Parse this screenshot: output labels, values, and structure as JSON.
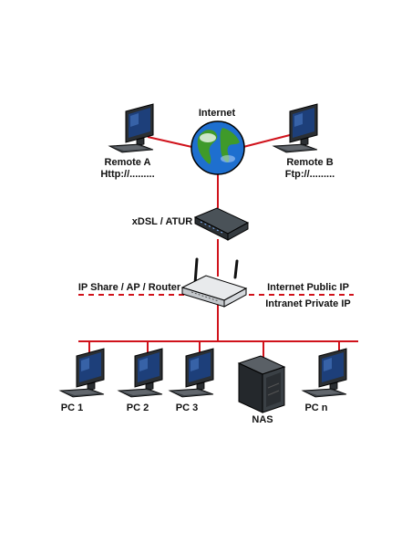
{
  "labels": {
    "internet": "Internet",
    "remote_a_name": "Remote A",
    "remote_a_proto": "Http://.........",
    "remote_b_name": "Remote B",
    "remote_b_proto": "Ftp://.........",
    "modem": "xDSL / ATUR",
    "router": "IP Share / AP / Router",
    "public_ip": "Internet Public IP",
    "private_ip": "Intranet Private IP",
    "pc1": "PC 1",
    "pc2": "PC 2",
    "pc3": "PC 3",
    "nas": "NAS",
    "pcn": "PC n"
  },
  "colors": {
    "link": "#d0121b",
    "monitor_body": "#2b2f33",
    "screen": "#1d3f7a",
    "device": "#3a4045",
    "router_body": "#e8eaec",
    "ocean": "#1e6fcf",
    "land": "#3f9a2a"
  }
}
